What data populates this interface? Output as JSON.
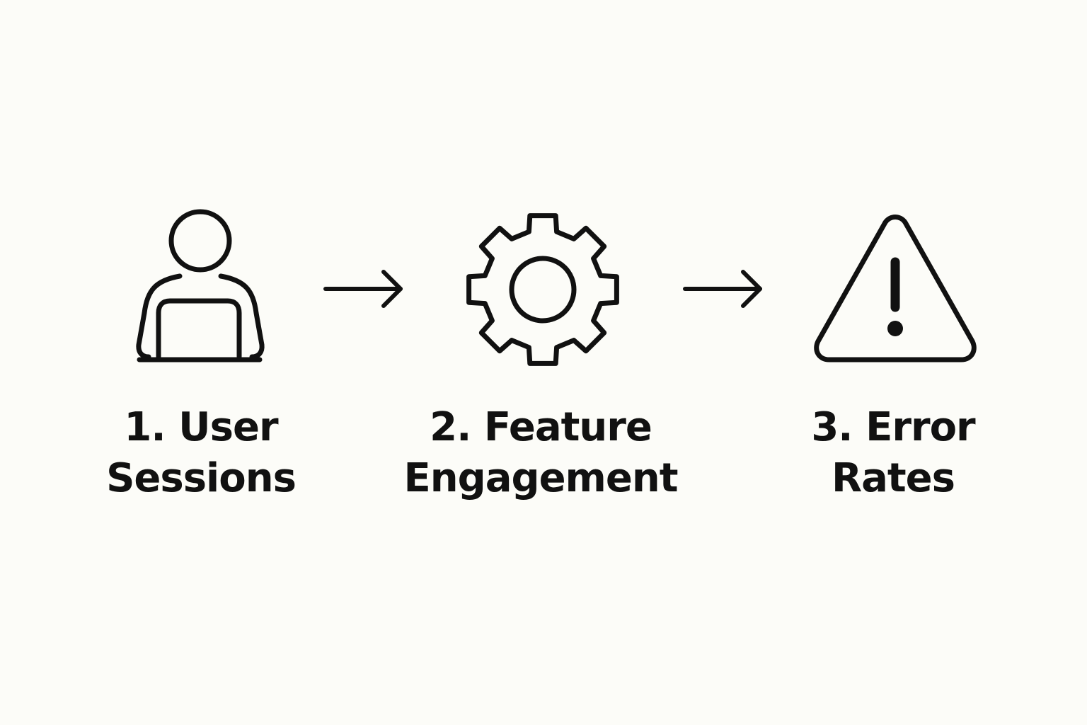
{
  "colors": {
    "background": "#FCFCF8",
    "ink": "#111111"
  },
  "steps": [
    {
      "icon": "user-laptop-icon",
      "line1": "1. User",
      "line2": "Sessions"
    },
    {
      "icon": "gear-icon",
      "line1": "2. Feature",
      "line2": "Engagement"
    },
    {
      "icon": "warning-icon",
      "line1": "3. Error",
      "line2": "Rates"
    }
  ],
  "connectors": [
    {
      "icon": "arrow-right-icon",
      "from": "1. User Sessions",
      "to": "2. Feature Engagement"
    },
    {
      "icon": "arrow-right-icon",
      "from": "2. Feature Engagement",
      "to": "3. Error Rates"
    }
  ]
}
